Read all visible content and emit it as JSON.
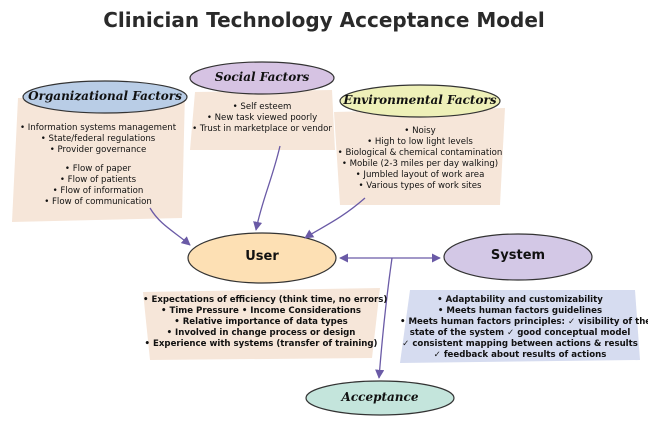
{
  "title": "Clinician Technology Acceptance Model",
  "nodes": {
    "organizational": {
      "label": "Organizational Factors",
      "items_a": [
        "• Information systems management",
        "• State/federal regulations",
        "• Provider governance"
      ],
      "items_b": [
        "• Flow of paper",
        "• Flow of patients",
        "• Flow of information",
        "• Flow of communication"
      ]
    },
    "social": {
      "label": "Social Factors",
      "items": [
        "• Self esteem",
        "• New task viewed poorly",
        "• Trust in marketplace or vendor"
      ]
    },
    "environmental": {
      "label": "Environmental Factors",
      "items": [
        "• Noisy",
        "• High to low light levels",
        "• Biological & chemical contamination",
        "• Mobile (2-3 miles per day walking)",
        "• Jumbled layout of work area",
        "• Various types of work sites"
      ]
    },
    "user": {
      "label": "User",
      "items": [
        "• Expectations of efficiency (think time, no errors)",
        "• Time Pressure  • Income Considerations",
        "• Relative importance of data types",
        "• Involved in change process or design",
        "• Experience with systems (transfer of training)"
      ]
    },
    "system": {
      "label": "System",
      "items": [
        "• Adaptability and customizability",
        "• Meets human factors guidelines",
        "• Meets human factors principles: ✓ visibility of the",
        "state of the system ✓ good conceptual model",
        "✓ consistent mapping between actions & results",
        "✓ feedback about results of actions"
      ]
    },
    "acceptance": {
      "label": "Acceptance"
    }
  },
  "colors": {
    "organizational": "#b9cde6",
    "social": "#d6c3e3",
    "environmental": "#eef0b8",
    "user": "#fde0b4",
    "system": "#d3c8e6",
    "acceptance": "#c4e5dc",
    "panel_peach": "#f6e6d9",
    "panel_blue": "#d6dcf0",
    "arrow": "#6a5aa6"
  }
}
